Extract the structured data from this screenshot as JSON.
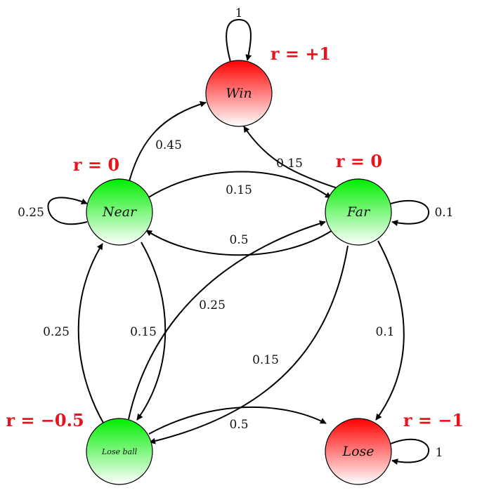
{
  "states": [
    {
      "id": "win",
      "label": "Win",
      "reward": "r = +1",
      "color": "#ff0000"
    },
    {
      "id": "near",
      "label": "Near",
      "reward": "r = 0",
      "color": "#00ee00"
    },
    {
      "id": "far",
      "label": "Far",
      "reward": "r = 0",
      "color": "#00ee00"
    },
    {
      "id": "loseball",
      "label": "Lose ball",
      "reward": "r = −0.5",
      "color": "#00ee00"
    },
    {
      "id": "lose",
      "label": "Lose",
      "reward": "r = −1",
      "color": "#ff0000"
    }
  ],
  "transitions": [
    {
      "id": "win-win",
      "from": "win",
      "to": "win",
      "prob": "1"
    },
    {
      "id": "near-win",
      "from": "near",
      "to": "win",
      "prob": "0.45"
    },
    {
      "id": "far-win",
      "from": "far",
      "to": "win",
      "prob": "0.15"
    },
    {
      "id": "near-far",
      "from": "near",
      "to": "far",
      "prob": "0.15"
    },
    {
      "id": "near-near",
      "from": "near",
      "to": "near",
      "prob": "0.25"
    },
    {
      "id": "far-far",
      "from": "far",
      "to": "far",
      "prob": "0.1"
    },
    {
      "id": "far-near",
      "from": "far",
      "to": "near",
      "prob": "0.5"
    },
    {
      "id": "loseball-far",
      "from": "loseball",
      "to": "far",
      "prob": "0.25"
    },
    {
      "id": "loseball-near",
      "from": "loseball",
      "to": "near",
      "prob": "0.25"
    },
    {
      "id": "near-loseball",
      "from": "near",
      "to": "loseball",
      "prob": "0.15"
    },
    {
      "id": "far-lose",
      "from": "far",
      "to": "lose",
      "prob": "0.1"
    },
    {
      "id": "far-loseball",
      "from": "far",
      "to": "loseball",
      "prob": "0.15"
    },
    {
      "id": "loseball-lose",
      "from": "loseball",
      "to": "lose",
      "prob": "0.5"
    },
    {
      "id": "lose-lose",
      "from": "lose",
      "to": "lose",
      "prob": "1"
    }
  ]
}
